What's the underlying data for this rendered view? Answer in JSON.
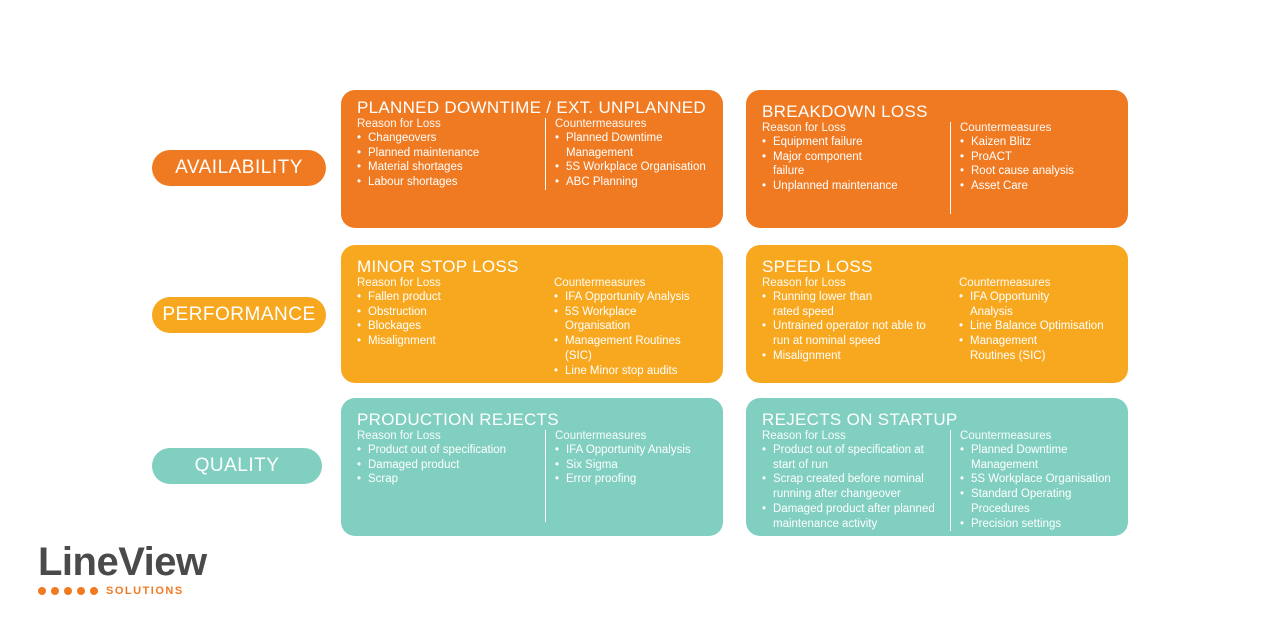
{
  "categories": {
    "availability": "AVAILABILITY",
    "performance": "PERFORMANCE",
    "quality": "QUALITY"
  },
  "column_headers": {
    "reason": "Reason for Loss",
    "counter": "Countermeasures"
  },
  "cards": [
    {
      "title": "PLANNED DOWNTIME / EXT. UNPLANNED",
      "reasons": [
        "Changeovers",
        "Planned maintenance",
        "Material shortages",
        "Labour shortages"
      ],
      "countermeasures": [
        "Planned Downtime Management",
        "5S Workplace Organisation",
        "ABC Planning"
      ]
    },
    {
      "title": "BREAKDOWN LOSS",
      "reasons": [
        "Equipment failure",
        "Major component failure",
        "Unplanned maintenance"
      ],
      "countermeasures": [
        "Kaizen Blitz",
        "ProACT",
        "Root cause analysis",
        "Asset Care"
      ]
    },
    {
      "title": "MINOR STOP LOSS",
      "reasons": [
        "Fallen product",
        "Obstruction",
        "Blockages",
        "Misalignment"
      ],
      "countermeasures": [
        "IFA Opportunity Analysis",
        "5S Workplace Organisation",
        "Management Routines (SIC)",
        "Line Minor stop audits"
      ]
    },
    {
      "title": "SPEED LOSS",
      "reasons": [
        "Running lower than rated speed",
        "Untrained operator not able to run at nominal speed",
        "Misalignment"
      ],
      "countermeasures": [
        "IFA Opportunity Analysis",
        "Line Balance Optimisation",
        "Management Routines (SIC)"
      ]
    },
    {
      "title": "PRODUCTION REJECTS",
      "reasons": [
        "Product out of specification",
        "Damaged product",
        "Scrap"
      ],
      "countermeasures": [
        "IFA Opportunity Analysis",
        "Six Sigma",
        "Error proofing"
      ]
    },
    {
      "title": "REJECTS ON STARTUP",
      "reasons": [
        "Product out of specification at start of run",
        "Scrap created before nominal running after changeover",
        "Damaged product after planned maintenance activity"
      ],
      "countermeasures": [
        "Planned Downtime Management",
        "5S Workplace Organisation",
        "Standard Operating Procedures",
        "Precision settings"
      ]
    }
  ],
  "logo": {
    "wordmark": "LineView",
    "tagline": "SOLUTIONS"
  },
  "colors": {
    "availability": "#f07a22",
    "performance": "#f8a81f",
    "quality": "#80cfc0",
    "logo_text": "#4a4a4a"
  }
}
